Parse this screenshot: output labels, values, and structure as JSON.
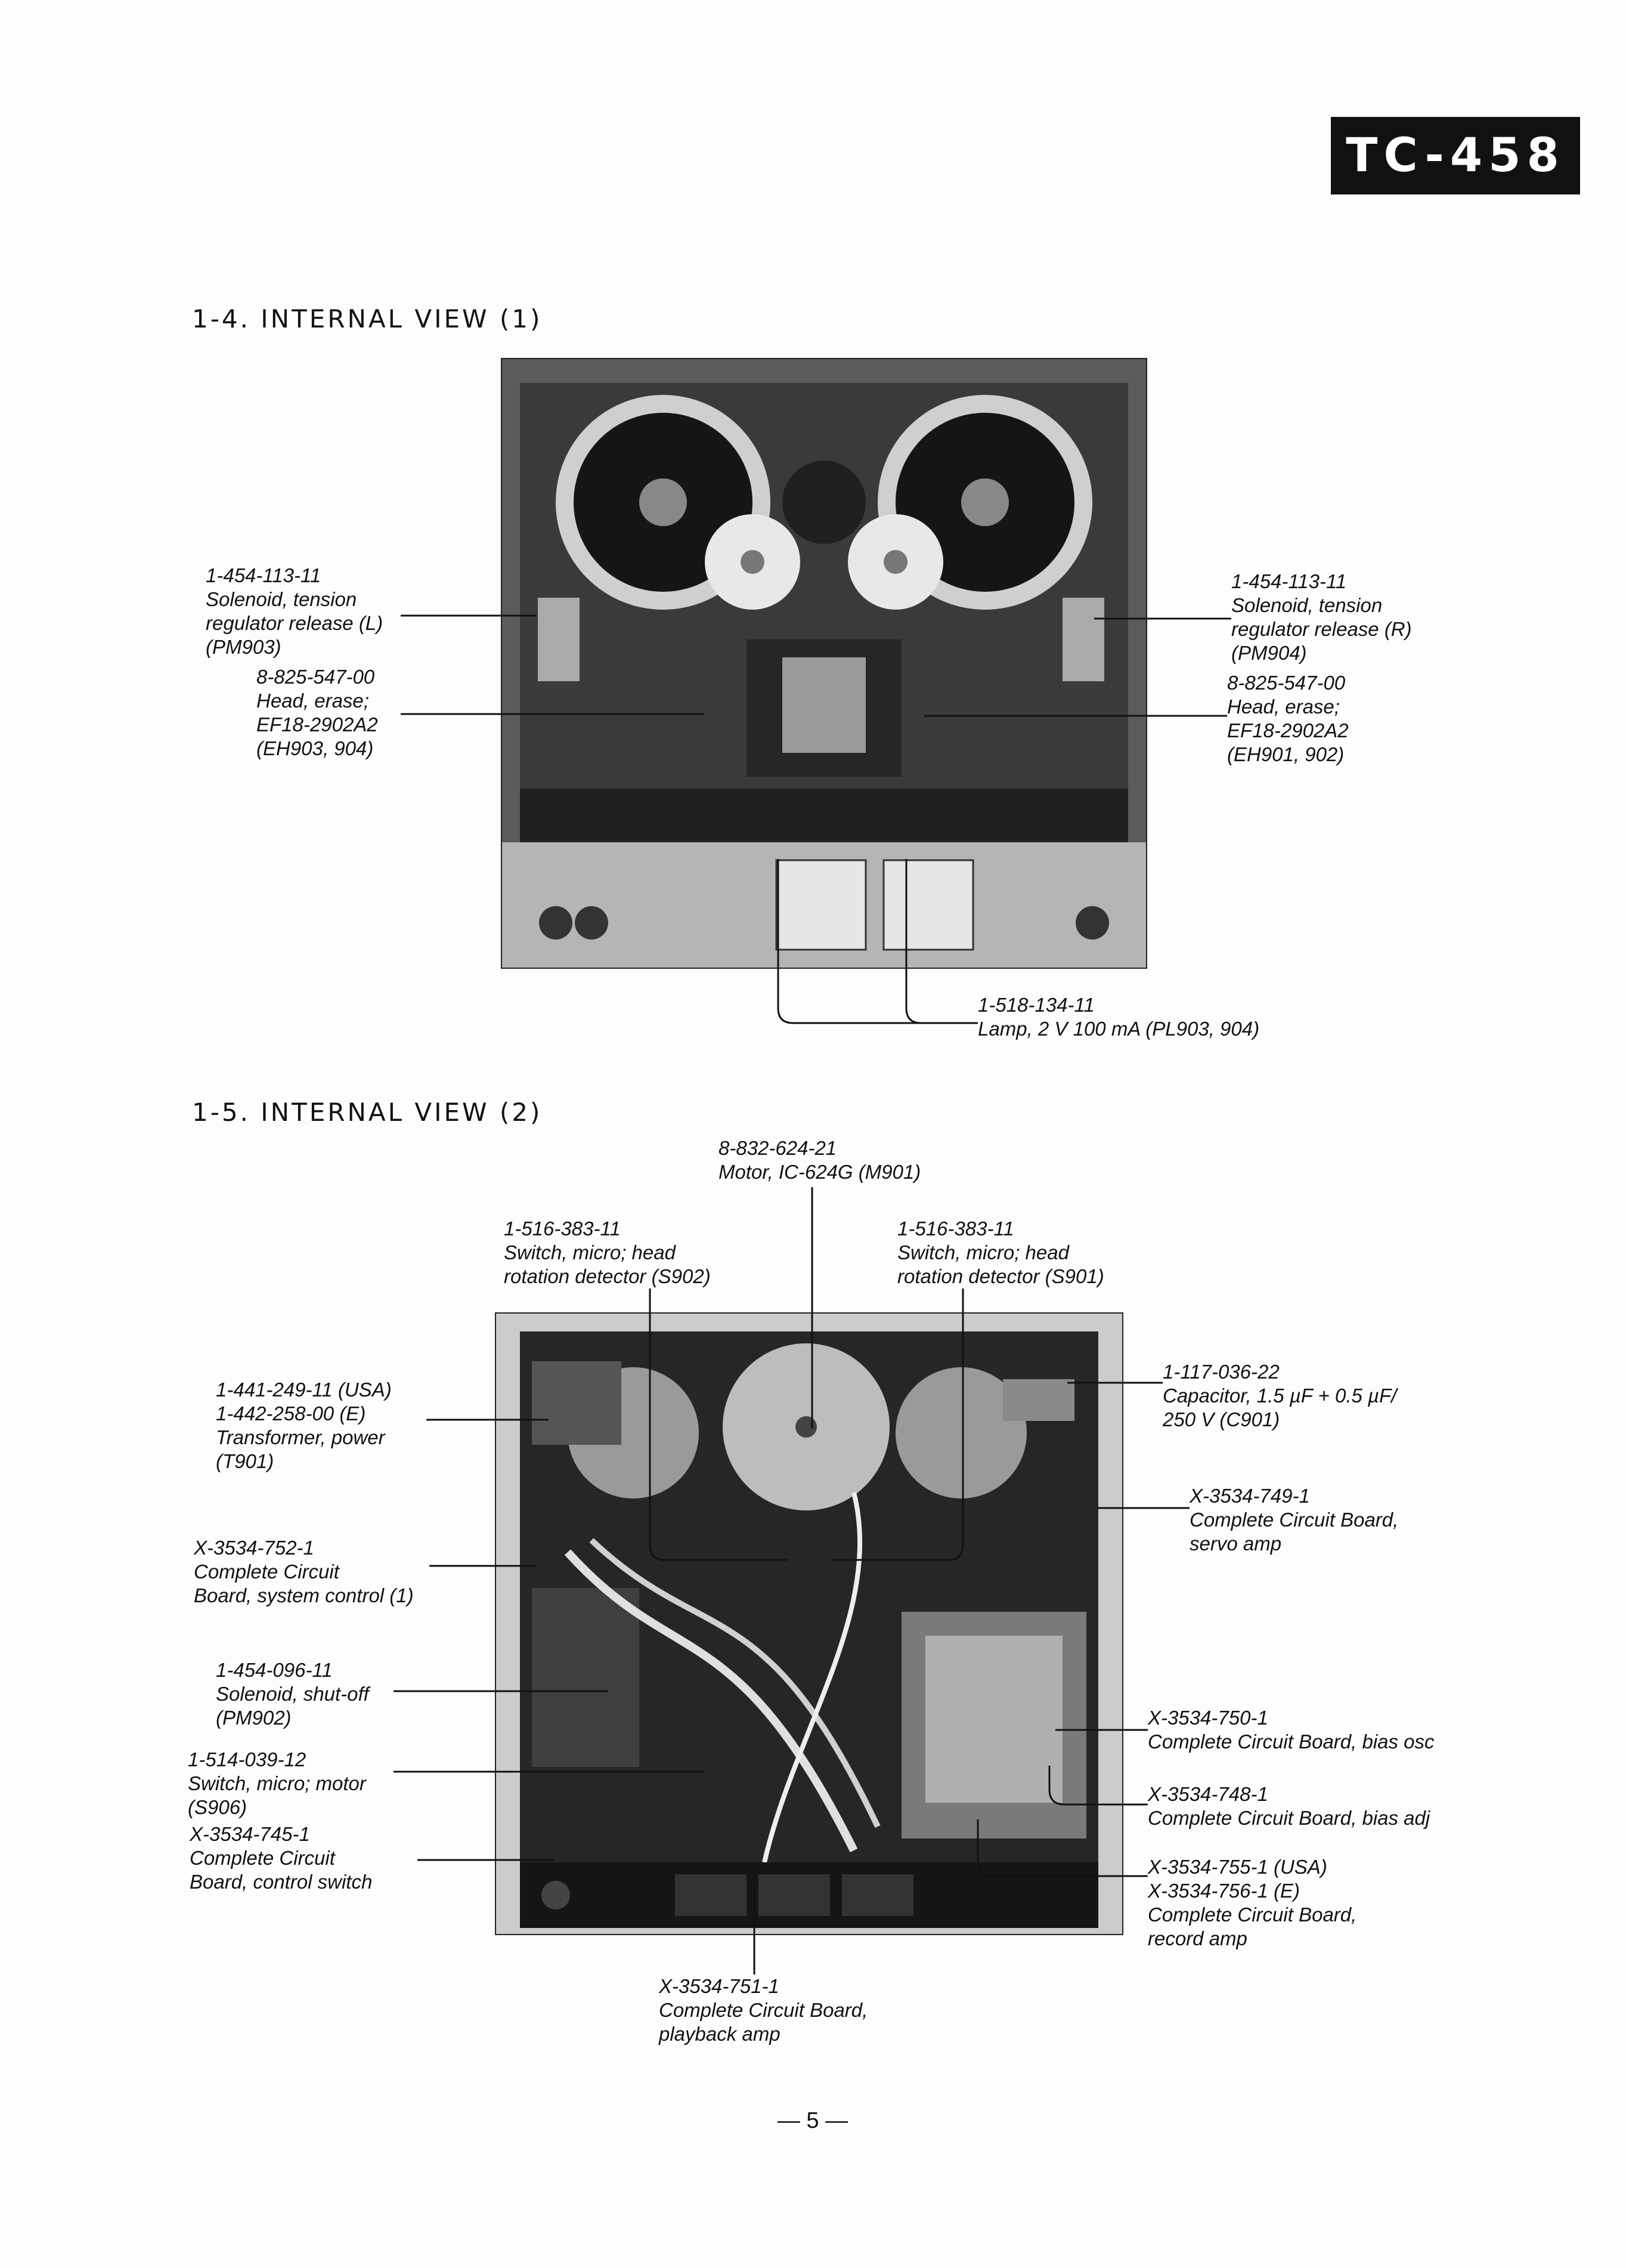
{
  "header": {
    "model": "TC-458"
  },
  "section1": {
    "title": "1-4.  INTERNAL  VIEW (1)",
    "callouts": [
      {
        "lines": [
          "1-454-113-11",
          "Solenoid, tension",
          "regulator release (L)",
          "(PM903)"
        ]
      },
      {
        "lines": [
          "8-825-547-00",
          "Head, erase;",
          "EF18-2902A2",
          "(EH903, 904)"
        ]
      },
      {
        "lines": [
          "1-454-113-11",
          "Solenoid, tension",
          "regulator release (R)",
          "(PM904)"
        ]
      },
      {
        "lines": [
          "8-825-547-00",
          "Head, erase;",
          "EF18-2902A2",
          "(EH901, 902)"
        ]
      },
      {
        "lines": [
          "1-518-134-11",
          "Lamp, 2 V 100 mA (PL903, 904)"
        ]
      }
    ]
  },
  "section2": {
    "title": "1-5.  INTERNAL  VIEW (2)",
    "callouts": [
      {
        "lines": [
          "8-832-624-21",
          "Motor, IC-624G (M901)"
        ]
      },
      {
        "lines": [
          "1-516-383-11",
          "Switch, micro; head",
          "rotation detector (S902)"
        ]
      },
      {
        "lines": [
          "1-516-383-11",
          "Switch, micro; head",
          "rotation detector (S901)"
        ]
      },
      {
        "lines": [
          "1-441-249-11 (USA)",
          "1-442-258-00 (E)",
          "Transformer, power",
          "(T901)"
        ]
      },
      {
        "lines": [
          "1-117-036-22",
          "Capacitor, 1.5 µF + 0.5 µF/",
          "250 V (C901)"
        ]
      },
      {
        "lines": [
          "X-3534-749-1",
          "Complete Circuit Board,",
          "servo amp"
        ]
      },
      {
        "lines": [
          "X-3534-752-1",
          "Complete Circuit",
          "Board, system control (1)"
        ]
      },
      {
        "lines": [
          "1-454-096-11",
          "Solenoid, shut-off",
          "(PM902)"
        ]
      },
      {
        "lines": [
          "1-514-039-12",
          "Switch, micro; motor",
          "(S906)"
        ]
      },
      {
        "lines": [
          "X-3534-750-1",
          "Complete Circuit Board, bias osc"
        ]
      },
      {
        "lines": [
          "X-3534-745-1",
          "Complete Circuit",
          "Board, control switch"
        ]
      },
      {
        "lines": [
          "X-3534-748-1",
          "Complete Circuit Board, bias adj"
        ]
      },
      {
        "lines": [
          "X-3534-755-1 (USA)",
          "X-3534-756-1 (E)",
          "Complete Circuit Board,",
          "record amp"
        ]
      },
      {
        "lines": [
          "X-3534-751-1",
          "Complete Circuit Board,",
          "playback amp"
        ]
      }
    ]
  },
  "footer": {
    "page_number": "— 5 —"
  }
}
